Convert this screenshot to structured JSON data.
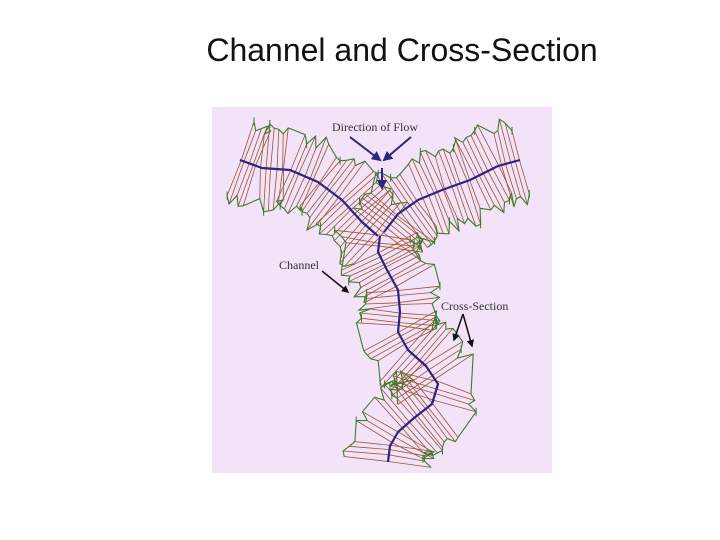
{
  "slide": {
    "title": "Channel and Cross-Section"
  },
  "figure": {
    "background_color": "#f2e3f8",
    "labels": {
      "flow": "Direction of Flow",
      "channel": "Channel",
      "cross_section": "Cross-Section"
    },
    "colors": {
      "channel_line": "#2e2380",
      "cross_section_lines": "#9a5434",
      "bank_lines": "#3f7a2c",
      "arrows": "#2e2380"
    }
  }
}
